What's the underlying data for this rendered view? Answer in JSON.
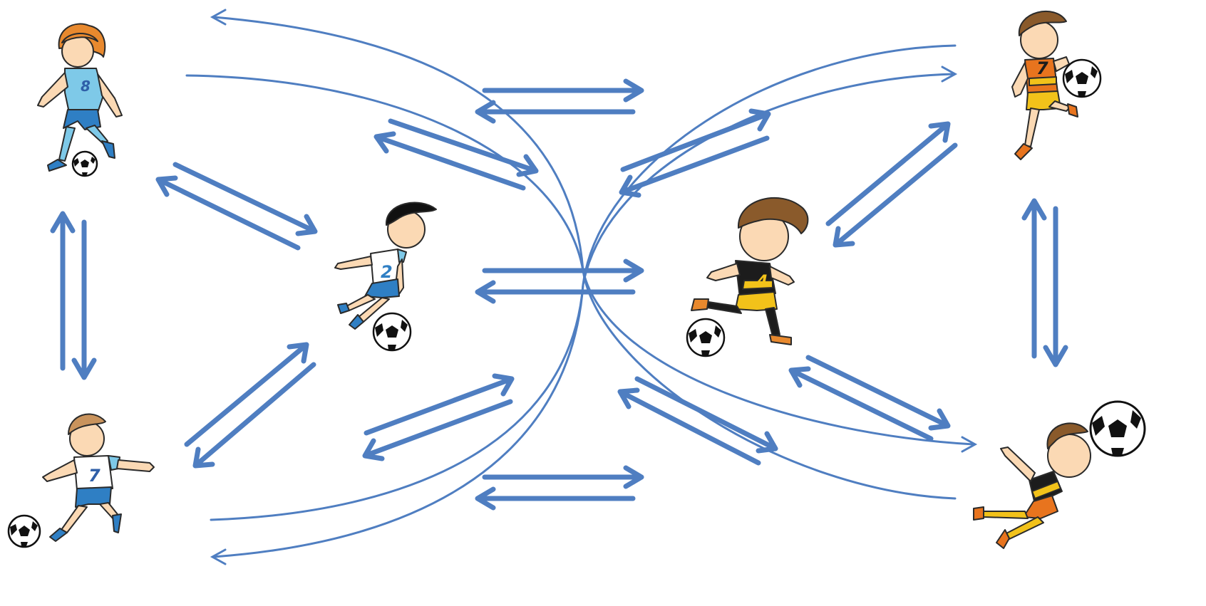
{
  "colors": {
    "arrow": "#4f7ec1",
    "skin": "#fbd9b4",
    "outline": "#2a2a2a",
    "ball_black": "#111111",
    "ball_white": "#ffffff"
  },
  "players": [
    {
      "id": "player-top-left",
      "number": "8",
      "team": "blue",
      "hair": "#e8892e",
      "shirt": "#7ec9e8",
      "shorts": "#2f7fc4",
      "pose": "kick"
    },
    {
      "id": "player-bottom-left",
      "number": "7",
      "team": "blue",
      "hair": "#c9935c",
      "shirt": "#ffffff",
      "shorts": "#2f7fc4",
      "pose": "run"
    },
    {
      "id": "player-center-left",
      "number": "2",
      "team": "blue",
      "hair": "#111111",
      "shirt": "#ffffff",
      "shorts": "#2f7fc4",
      "pose": "run"
    },
    {
      "id": "player-center-right",
      "number": "4",
      "team": "orange",
      "hair": "#8a5a2b",
      "shirt": "#1c1c1c",
      "shorts": "#f2c21a",
      "pose": "run"
    },
    {
      "id": "player-top-right",
      "number": "7",
      "team": "orange",
      "hair": "#8a5a2b",
      "shirt": "#e8741e",
      "shorts": "#f2c21a",
      "pose": "kick"
    },
    {
      "id": "player-bottom-right",
      "number": "",
      "team": "orange",
      "hair": "#8a5a2b",
      "shirt": "#1c1c1c",
      "shorts": "#e8741e",
      "pose": "header"
    }
  ]
}
